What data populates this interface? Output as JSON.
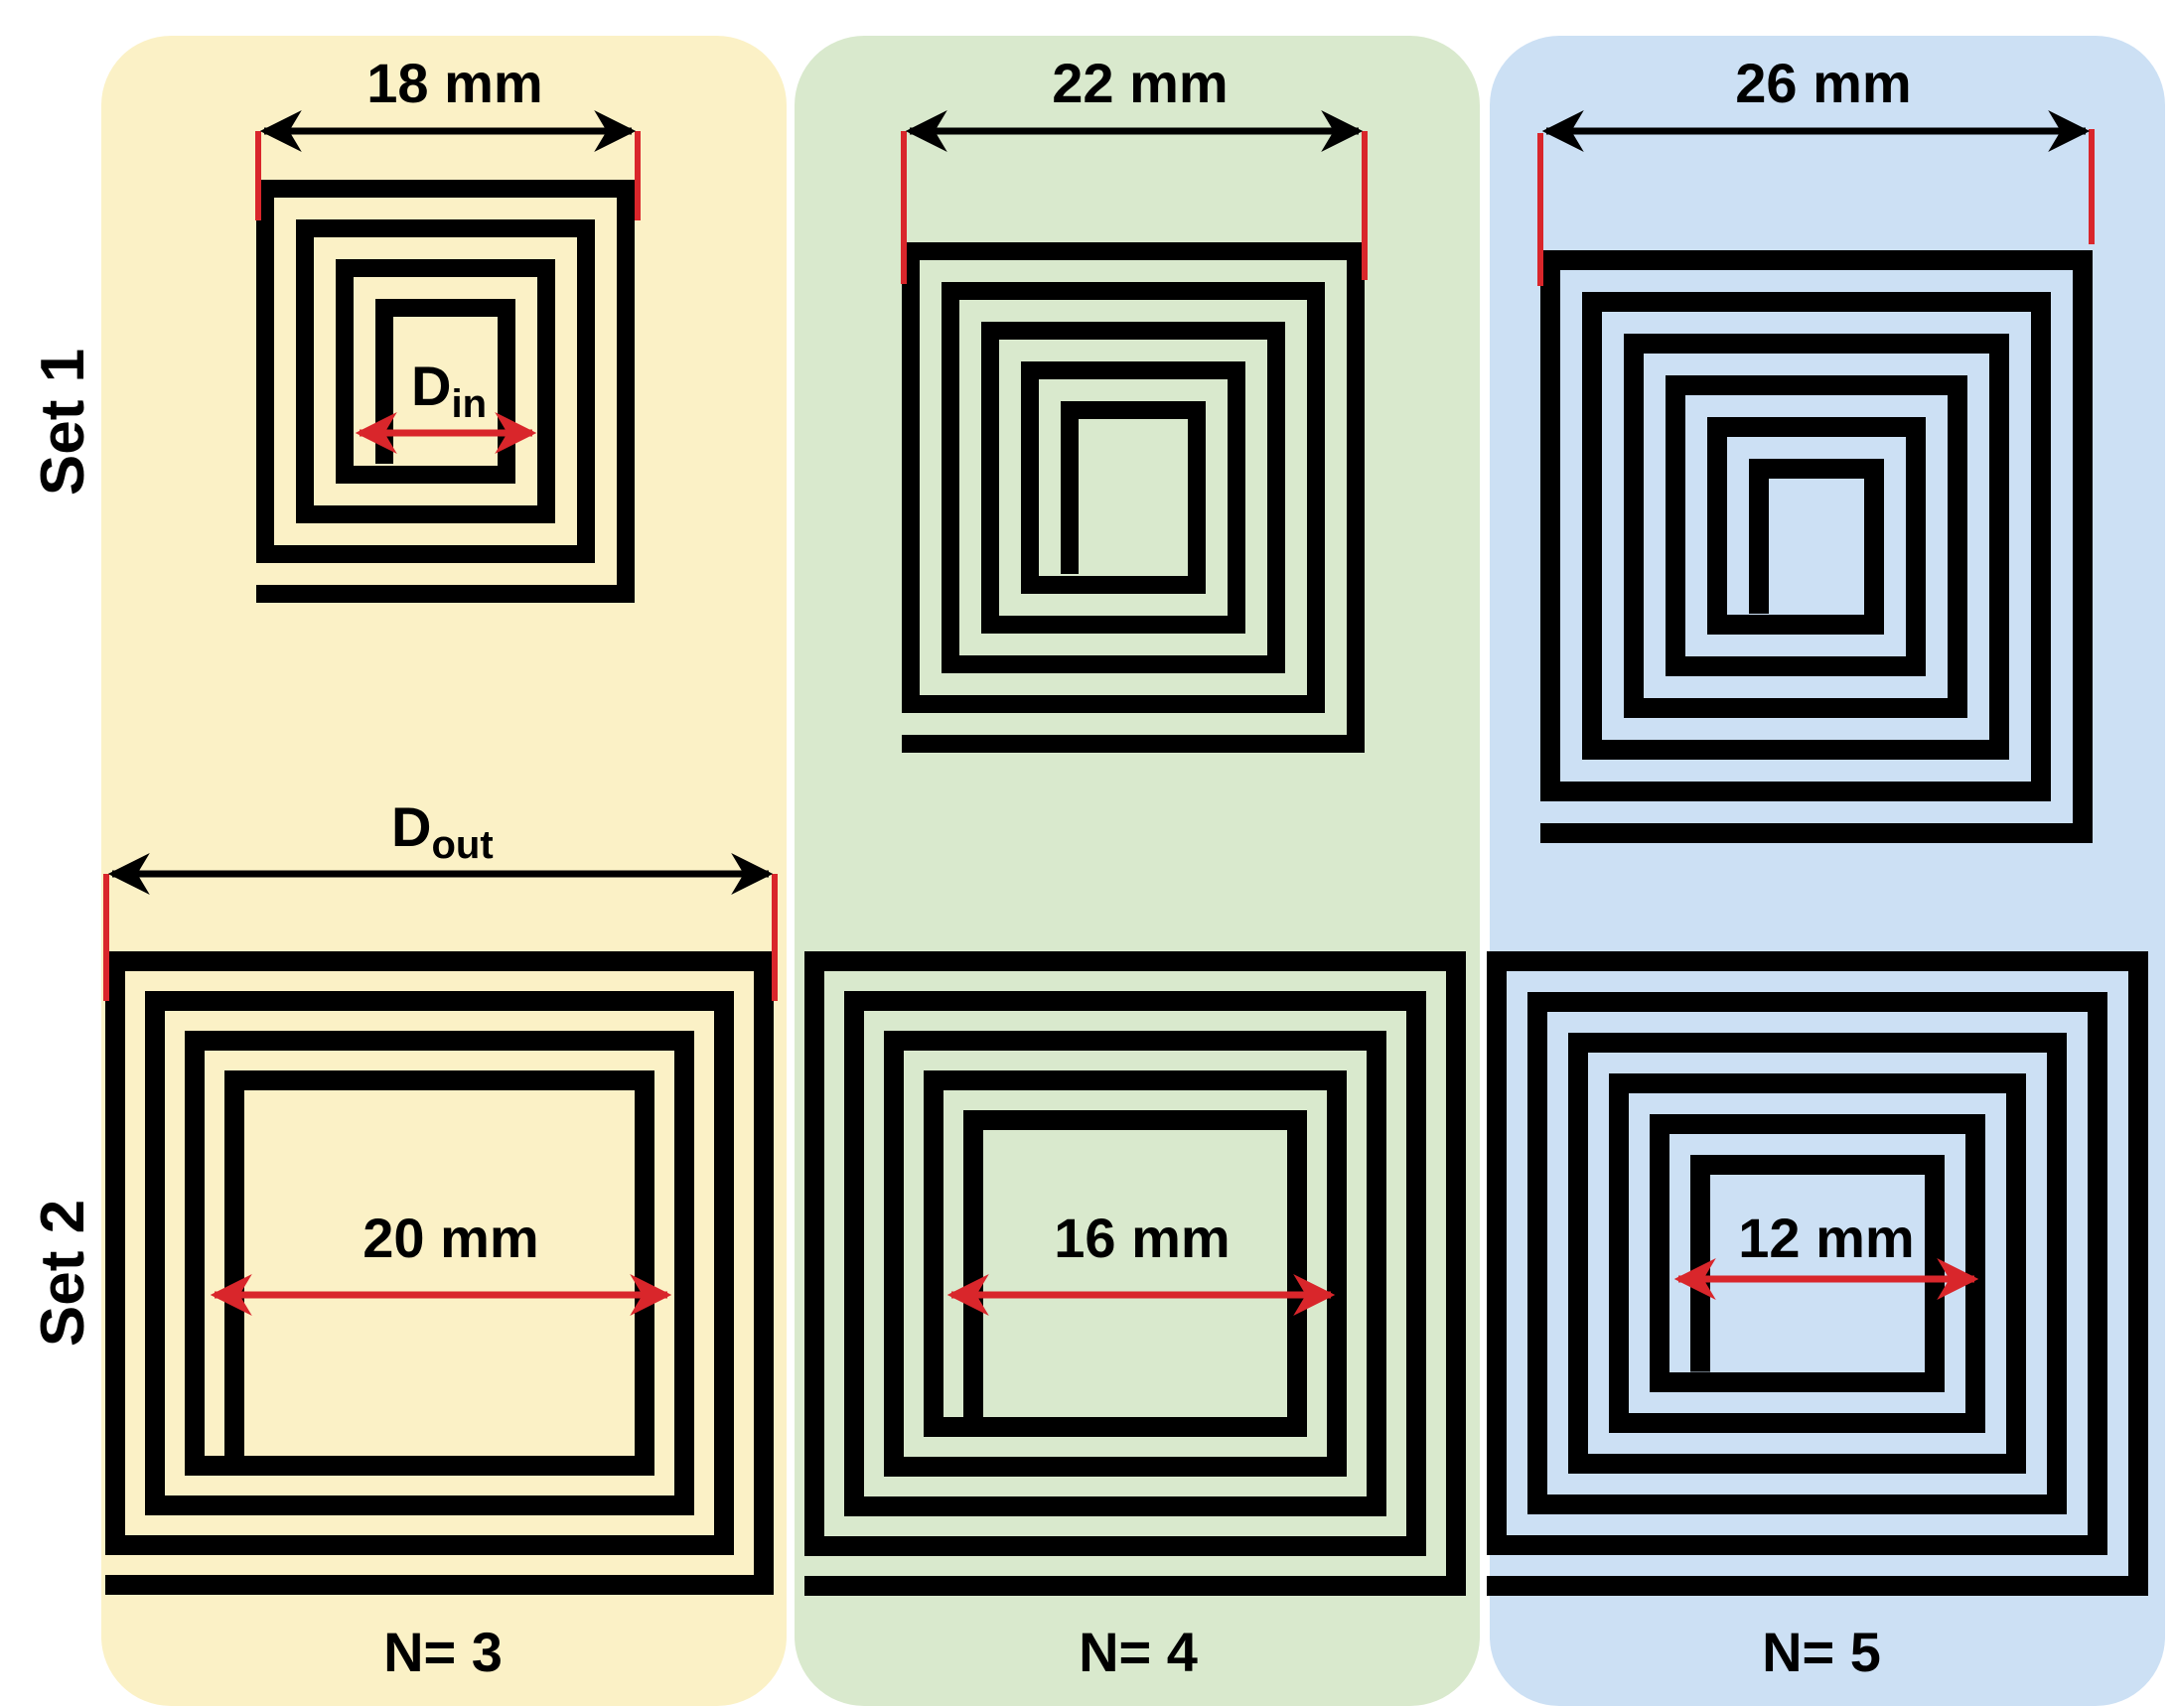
{
  "rows": [
    "Set 1",
    "Set 2"
  ],
  "columns": [
    {
      "n_label": "N= 3",
      "set1_outer": "18 mm",
      "set2_inner": "20 mm",
      "color": "#fbf1c6"
    },
    {
      "n_label": "N= 4",
      "set1_outer": "22 mm",
      "set2_inner": "16 mm",
      "color": "#d9e9cd"
    },
    {
      "n_label": "N= 5",
      "set1_outer": "26 mm",
      "set2_inner": "12 mm",
      "color": "#cce0f4"
    }
  ],
  "symbols": {
    "din_main": "D",
    "din_sub": "in",
    "dout_main": "D",
    "dout_sub": "out"
  },
  "colors": {
    "trace": "#000000",
    "marker": "#d9262b"
  }
}
